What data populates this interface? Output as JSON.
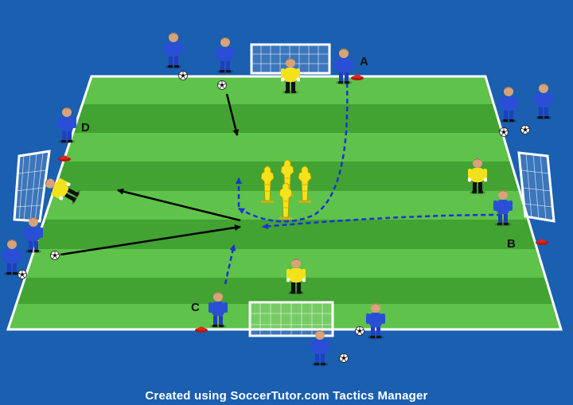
{
  "colors": {
    "background": "#1a5fb0",
    "pitch_light": "#5fc24a",
    "pitch_dark": "#42a332",
    "line": "#ffffff",
    "attacker": "#1f3fbf",
    "goalkeeper": "#f2e21c",
    "mannequin": "#f6e21a",
    "cone": "#e2231a",
    "pass_arrow": "#000000",
    "run_arrow": "#1b32d6"
  },
  "labels": {
    "a": "A",
    "b": "B",
    "c": "C",
    "d": "D"
  },
  "footer": "Created using SoccerTutor.com Tactics Manager",
  "icons": [
    "player-icon",
    "goalkeeper-icon",
    "ball-icon",
    "cone-icon",
    "mannequin-icon",
    "goal-icon"
  ]
}
